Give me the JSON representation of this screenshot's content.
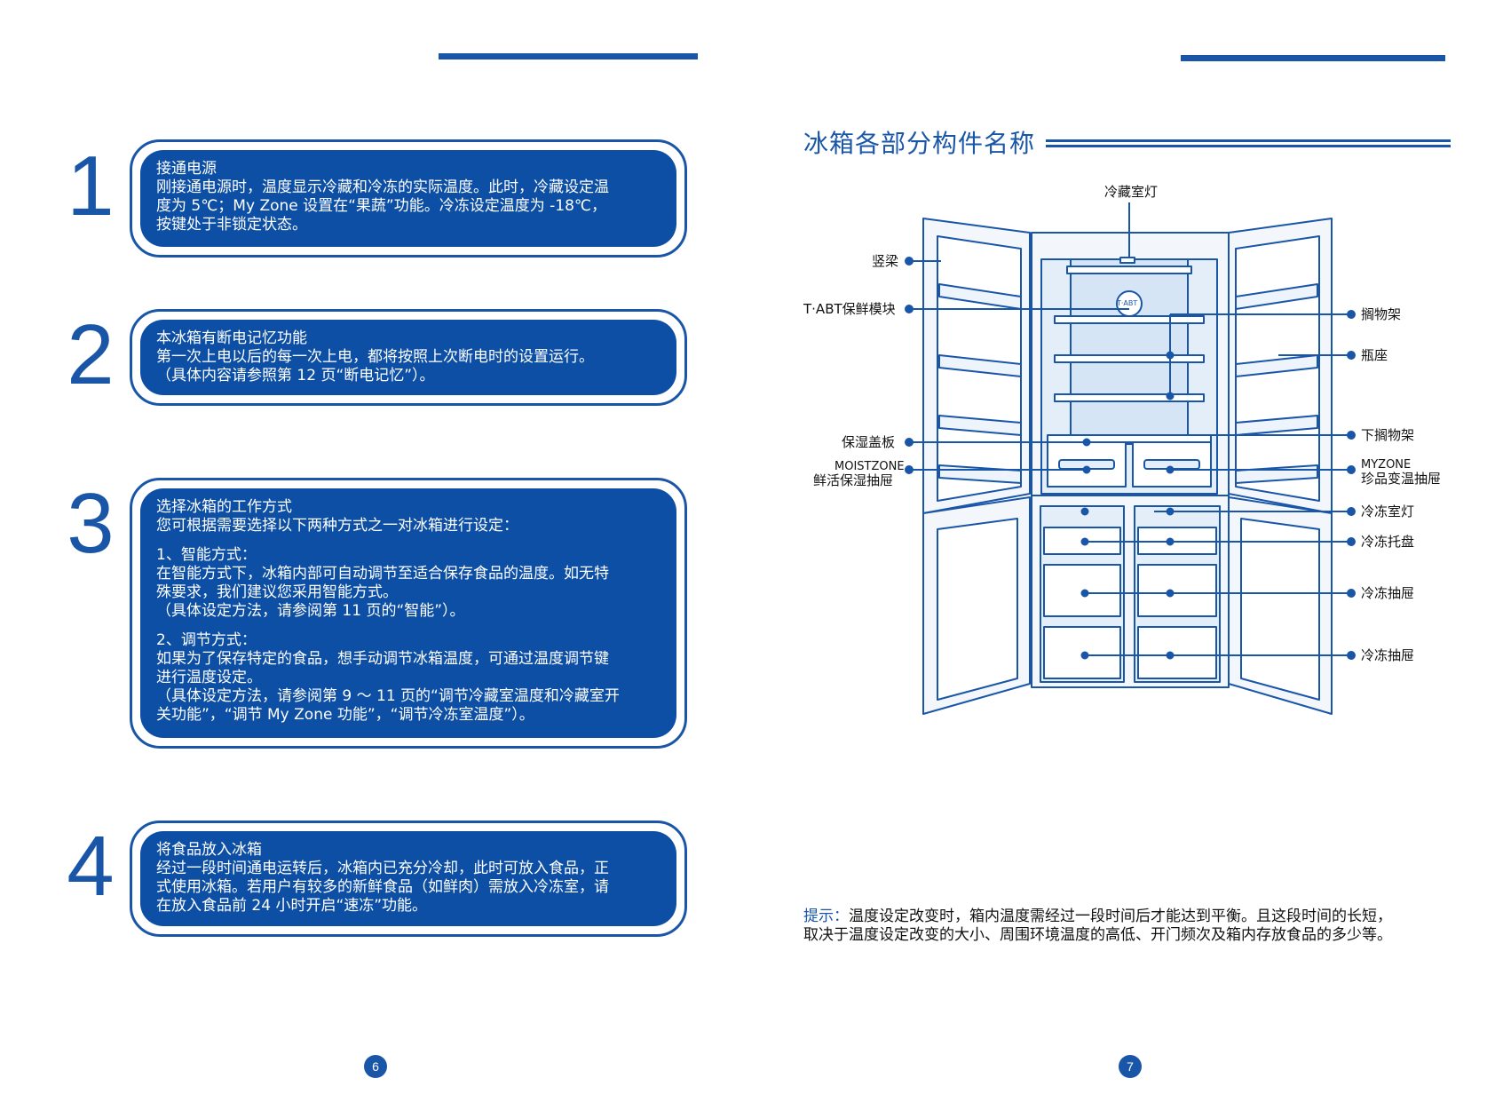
{
  "left_page": {
    "steps": [
      {
        "number": "1",
        "title": "接通电源",
        "lines": [
          "刚接通电源时，温度显示冷藏和冷冻的实际温度。此时，冷藏设定温",
          "度为 5℃；My Zone 设置在“果蔬”功能。冷冻设定温度为 -18℃，",
          "按键处于非锁定状态。"
        ]
      },
      {
        "number": "2",
        "title": "本冰箱有断电记忆功能",
        "lines": [
          "第一次上电以后的每一次上电，都将按照上次断电时的设置运行。",
          "（具体内容请参照第 12 页“断电记忆”）。"
        ]
      },
      {
        "number": "3",
        "title": "选择冰箱的工作方式",
        "lines": [
          "您可根据需要选择以下两种方式之一对冰箱进行设定："
        ],
        "mode1": [
          "1、智能方式：",
          "在智能方式下，冰箱内部可自动调节至适合保存食品的温度。如无特",
          "殊要求，我们建议您采用智能方式。",
          "（具体设定方法，请参阅第 11 页的“智能”）。"
        ],
        "mode2": [
          "2、调节方式：",
          "如果为了保存特定的食品，想手动调节冰箱温度，可通过温度调节键",
          "进行温度设定。",
          "（具体设定方法，请参阅第 9 ～ 11 页的“调节冷藏室温度和冷藏室开",
          "关功能”，“调节 My Zone 功能”，“调节冷冻室温度”）。"
        ]
      },
      {
        "number": "4",
        "title": "将食品放入冰箱",
        "lines": [
          "经过一段时间通电运转后，冰箱内已充分冷却，此时可放入食品，正",
          "式使用冰箱。若用户有较多的新鲜食品（如鲜肉）需放入冷冻室，请",
          "在放入食品前 24 小时开启“速冻”功能。"
        ]
      }
    ],
    "page_number": "6"
  },
  "right_page": {
    "title": "冰箱各部分构件名称",
    "labels": {
      "top_light": "冷藏室灯",
      "vertical_beam": "竖梁",
      "tabt_module": "T·ABT保鲜模块",
      "tabt_badge": "T·ABT",
      "crisper_cover": "保湿盖板",
      "moist_line1": "MOISTZONE",
      "moist_line2": "鲜活保湿抽屉",
      "shelf": "搁物架",
      "bottle_rack": "瓶座",
      "lower_shelf": "下搁物架",
      "myzone_line1": "MYZONE",
      "myzone_line2": "珍品变温抽屉",
      "freezer_light": "冷冻室灯",
      "freezer_tray": "冷冻托盘",
      "freezer_drawer1": "冷冻抽屉",
      "freezer_drawer2": "冷冻抽屉"
    },
    "note_label": "提示：",
    "note_text": "温度设定改变时，箱内温度需经过一段时间后才能达到平衡。且这段时间的长短，",
    "note_text2": "取决于温度设定改变的大小、周围环境温度的高低、开门频次及箱内存放食品的多少等。",
    "page_number": "7"
  },
  "colors": {
    "accent": "#1a56a8",
    "panel": "#0c4fa5"
  }
}
